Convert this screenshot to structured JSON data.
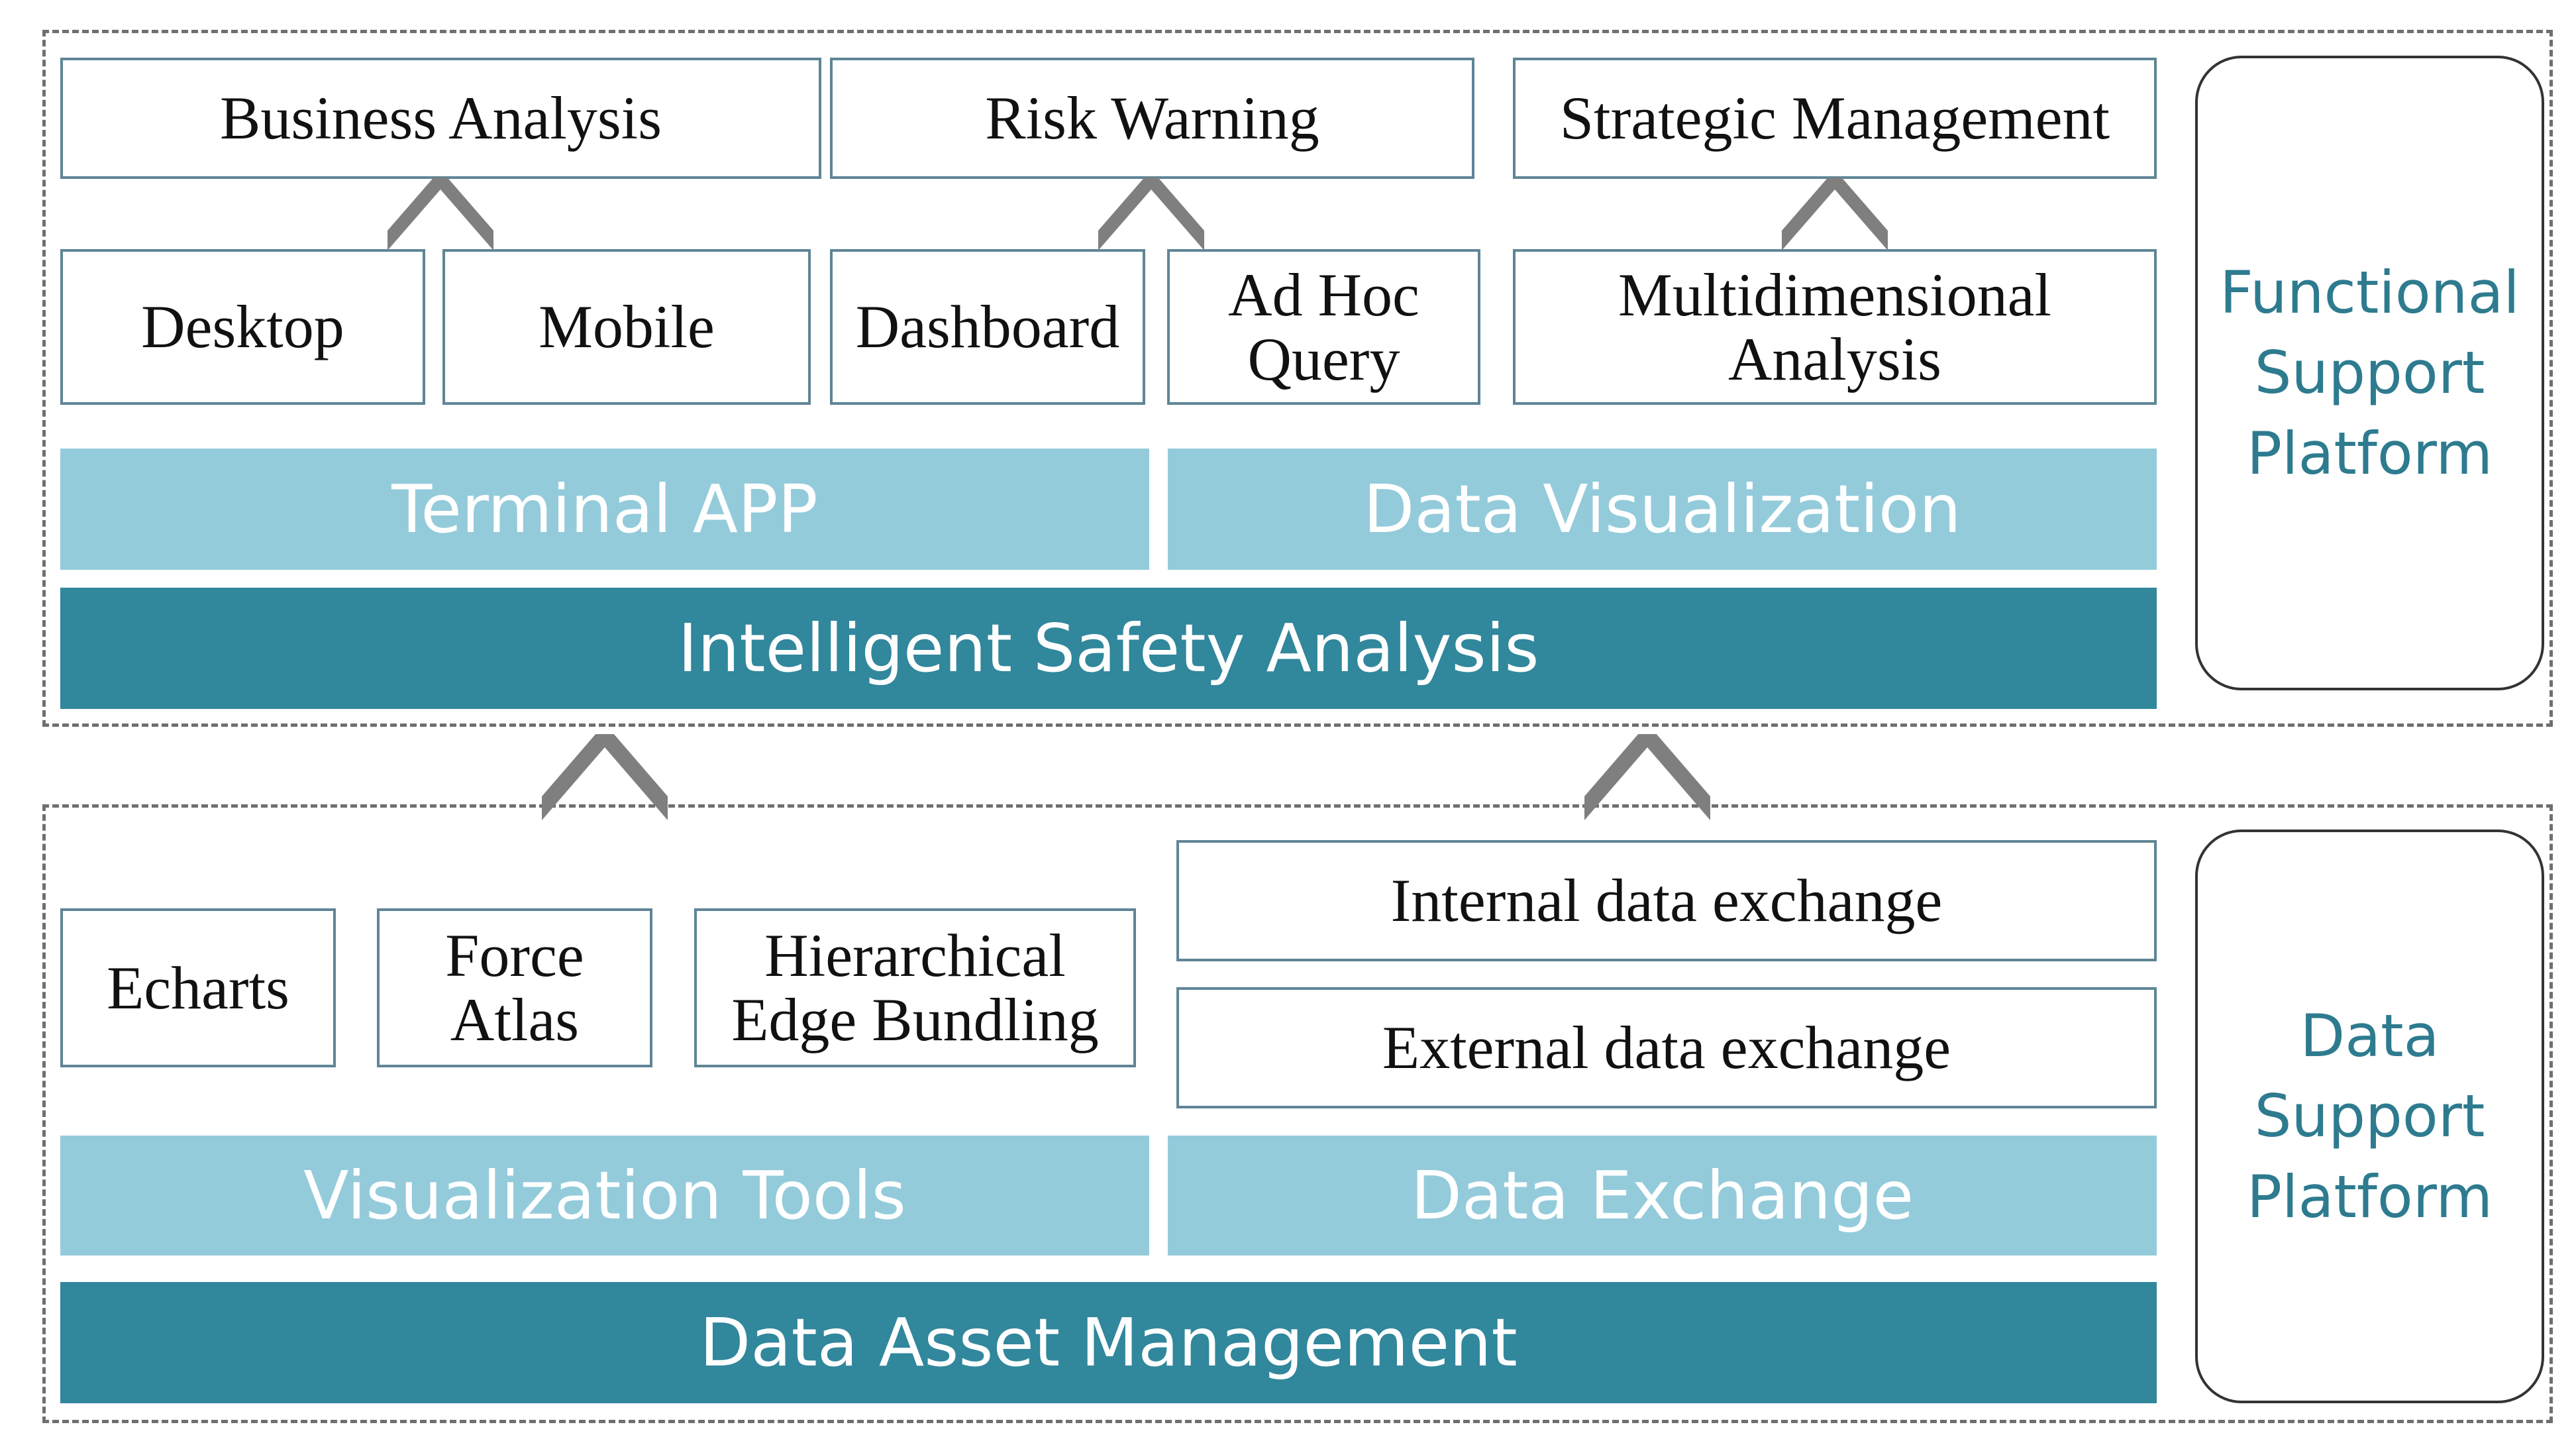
{
  "functional_platform": {
    "top_row": [
      "Business Analysis",
      "Risk Warning",
      "Strategic Management"
    ],
    "mid_row": [
      "Desktop",
      "Mobile",
      "Dashboard",
      "Ad Hoc\nQuery",
      "Multidimensional\nAnalysis"
    ],
    "bars": [
      "Terminal APP",
      "Data Visualization"
    ],
    "base": "Intelligent Safety Analysis",
    "side_label": "Functional\nSupport\nPlatform"
  },
  "data_platform": {
    "tools": [
      "Echarts",
      "Force\nAtlas",
      "Hierarchical\nEdge Bundling"
    ],
    "exchanges": [
      "Internal data exchange",
      "External data exchange"
    ],
    "bars": [
      "Visualization Tools",
      "Data Exchange"
    ],
    "base": "Data Asset Management",
    "side_label": "Data\nSupport\nPlatform"
  },
  "colors": {
    "light_bar": "#93cbdb",
    "dark_bar": "#31879c",
    "side_text": "#2e7b8f",
    "chevron": "#7f7f7f"
  },
  "icons": [
    "chevron-up-icon"
  ]
}
